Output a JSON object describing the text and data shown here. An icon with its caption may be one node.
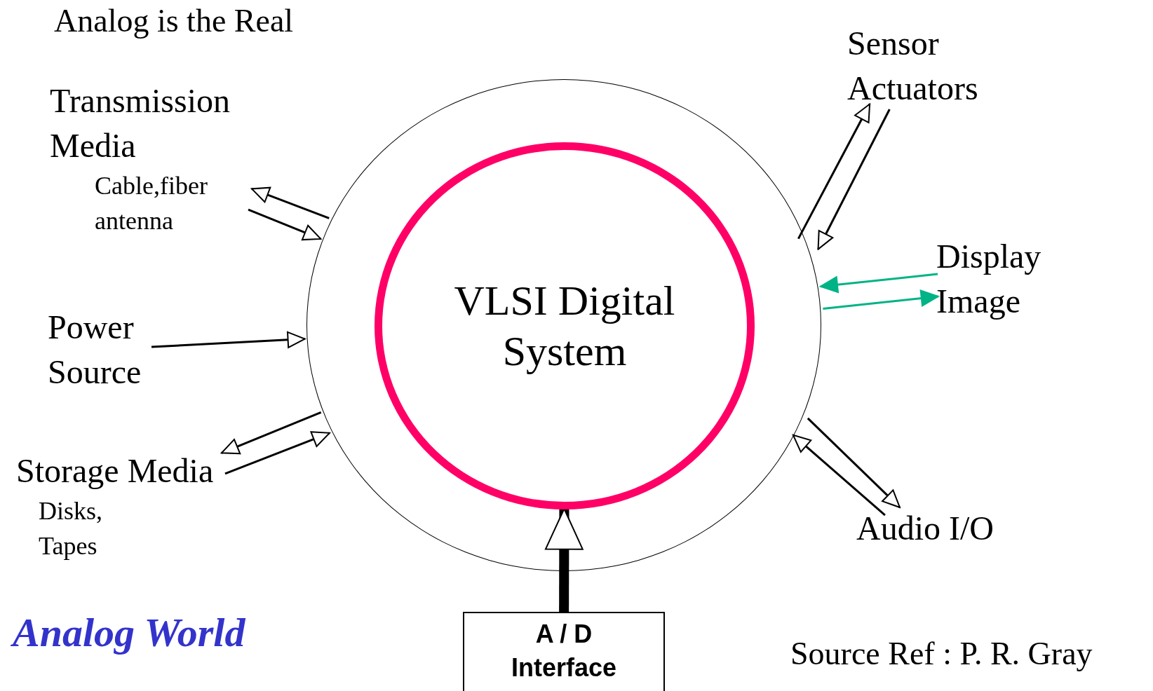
{
  "diagram": {
    "nodes": [
      {
        "text": [],
        "shape": "circle"
      },
      {
        "text": [
          "VLSI Digital System"
        ],
        "in": 0
      },
      {
        "text": [
          "Transmission Media",
          "Cable,fiber antenna"
        ]
      },
      {
        "text": [
          "Sensor Actuators"
        ]
      },
      {
        "text": [
          "Display Image"
        ]
      },
      {
        "text": [
          "Power Source"
        ]
      },
      {
        "text": [
          "Storage Media",
          "Disks, Tapes"
        ]
      },
      {
        "text": [
          "Audio I/O"
        ]
      },
      {
        "text": [
          "A / D Interface"
        ]
      }
    ],
    "edges": [
      {
        "from": 0,
        "to": 2,
        "arrow": "to"
      },
      {
        "from": 2,
        "to": 0,
        "arrow": "to"
      },
      {
        "from": 3,
        "to": 0,
        "arrow": "to"
      },
      {
        "from": 0,
        "to": 3,
        "arrow": "to"
      },
      {
        "from": 0,
        "to": 4,
        "arrow": "to",
        "color": "#00b386"
      },
      {
        "from": 4,
        "to": 0,
        "arrow": "to",
        "color": "#00b386"
      },
      {
        "from": 5,
        "to": 0,
        "arrow": "to"
      },
      {
        "from": 0,
        "to": 6,
        "arrow": "to"
      },
      {
        "from": 6,
        "to": 0,
        "arrow": "to"
      },
      {
        "from": 7,
        "to": 0,
        "arrow": "to"
      },
      {
        "from": 0,
        "to": 7,
        "arrow": "to"
      },
      {
        "from": 8,
        "to": 1,
        "arrow": "to",
        "style": "thick"
      }
    ],
    "labels": [
      "Analog is the Real",
      "Analog World",
      "Source Ref : P. R. Gray"
    ]
  }
}
